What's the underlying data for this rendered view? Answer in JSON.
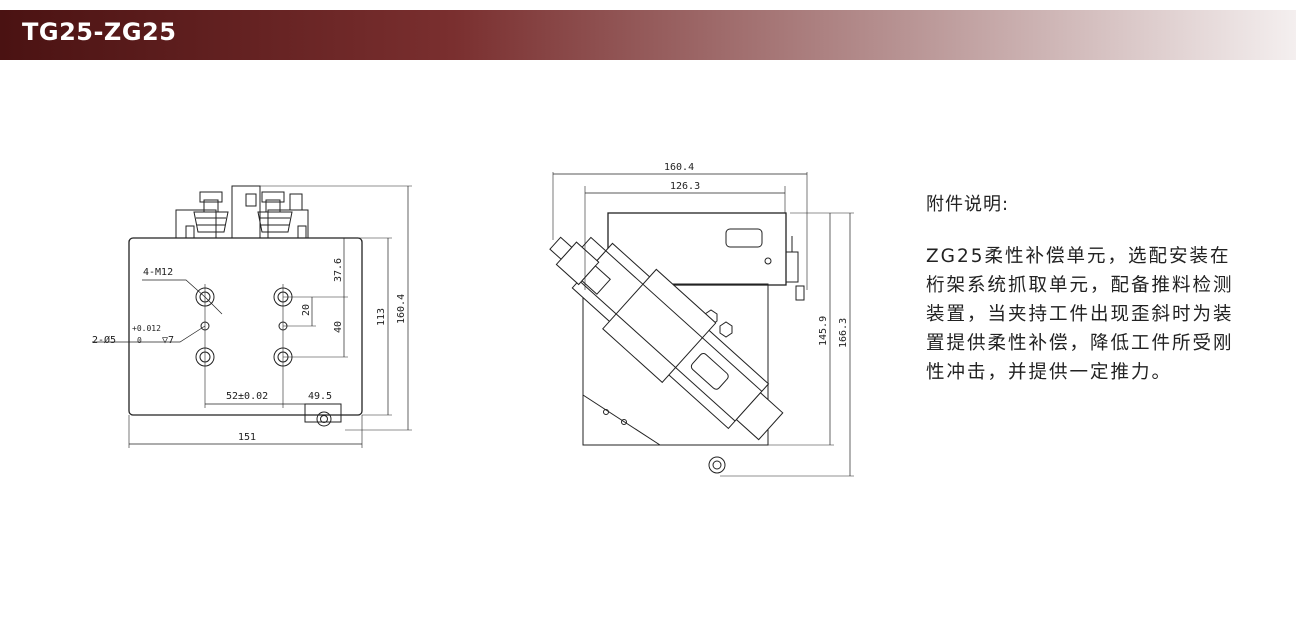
{
  "header": {
    "model": "TG25-ZG25"
  },
  "front_view": {
    "labels": {
      "thread": "4-M12",
      "pin_hole": "2-Ø5",
      "tol_upper": "+0.012",
      "tol_lower": "0",
      "depth": "▽7",
      "pitch_x": "52±0.02",
      "offset_x": "49.5",
      "width": "151",
      "offset_top": "37.6",
      "pitch_y_small": "20",
      "pitch_y": "40",
      "plate_height": "113",
      "total_height": "160.4"
    }
  },
  "side_view": {
    "labels": {
      "total_width": "160.4",
      "body_width": "126.3",
      "height_inner": "145.9",
      "height_total": "166.3"
    }
  },
  "description": {
    "heading": "附件说明:",
    "body": "ZG25柔性补偿单元，选配安装在桁架系统抓取单元，配备推料检测装置，当夹持工件出现歪斜时为装置提供柔性补偿，降低工件所受刚性冲击，并提供一定推力。"
  }
}
